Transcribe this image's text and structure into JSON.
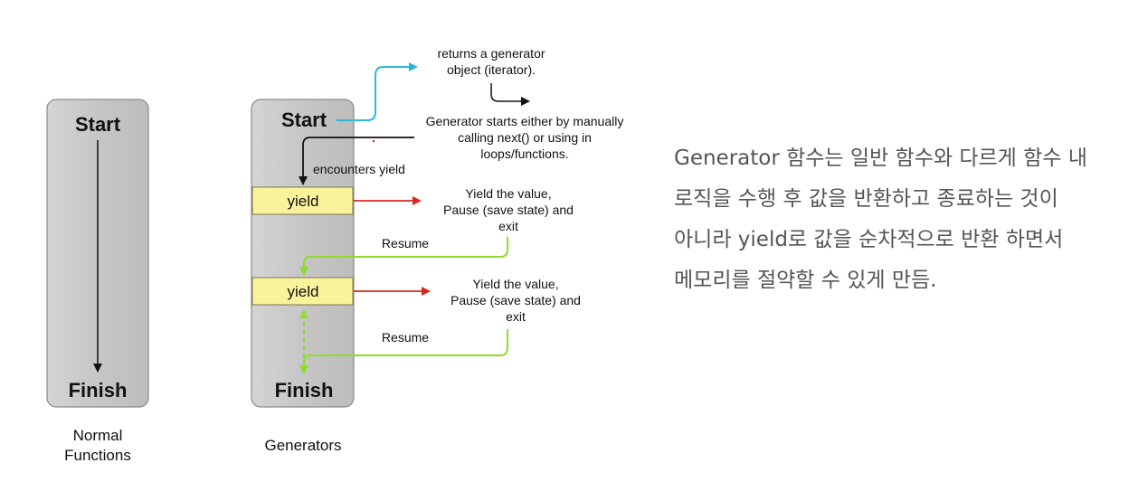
{
  "normal": {
    "start": "Start",
    "finish": "Finish",
    "caption": [
      "Normal",
      "Functions"
    ]
  },
  "generator": {
    "start": "Start",
    "finish": "Finish",
    "yield1": "yield",
    "yield2": "yield",
    "caption": "Generators"
  },
  "annotations": {
    "returns": [
      "returns a generator",
      "object (iterator)."
    ],
    "starts": [
      "Generator starts either by manually",
      "calling next() or using in",
      "loops/functions."
    ],
    "encounters": "encounters yield",
    "yield_value_1": [
      "Yield  the value,",
      "Pause (save state) and",
      "exit"
    ],
    "resume_1": "Resume",
    "yield_value_2": [
      "Yield  the value,",
      "Pause (save state) and",
      "exit"
    ],
    "resume_2": "Resume"
  },
  "description": [
    "Generator 함수는 일반 함수와 다르게 함수 내",
    "로직을 수행 후 값을 반환하고 종료하는 것이",
    "아니라 yield로 값을 순차적으로 반환 하면서",
    "메모리를 절약할 수 있게 만듬."
  ],
  "colors": {
    "box_fill": "#c9c9c9",
    "yield_fill": "#fbf39b",
    "cyan_arrow": "#2fb6d6",
    "red_arrow": "#d8281e",
    "green_arrow": "#8fdc2c"
  }
}
